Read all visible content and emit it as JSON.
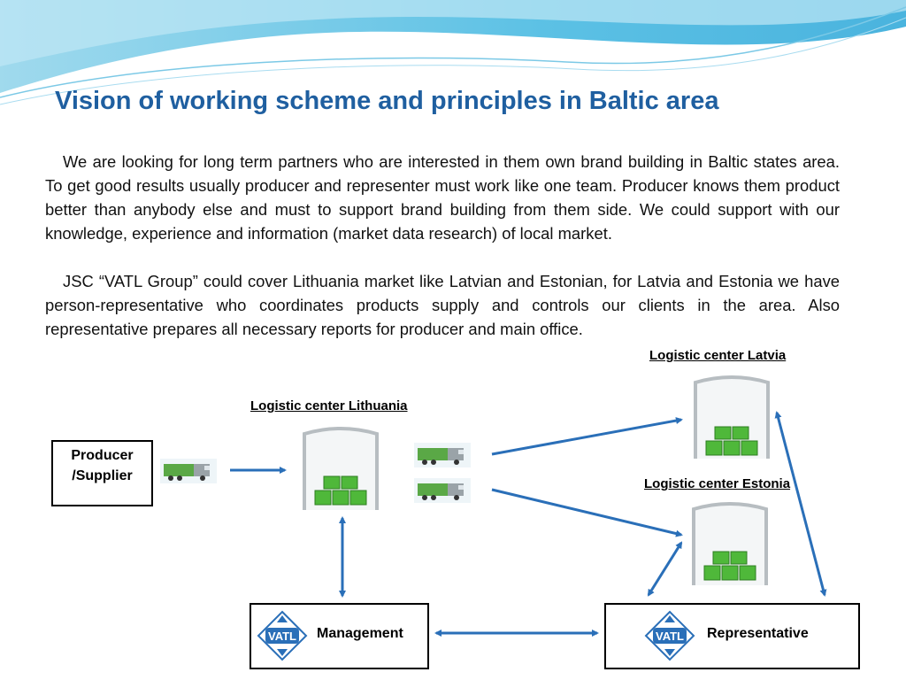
{
  "title": "Vision of working scheme and principles in Baltic area",
  "paragraphs": [
    "We are looking for long term partners who are interested in them own brand building in Baltic states area. To get good results usually producer and representer must work like one team. Producer knows them product better than anybody else and must to support brand building from them side. We could support with our knowledge, experience and information (market data research) of local market.",
    "JSC “VATL Group” could cover Lithuania market like Latvian and Estonian, for Latvia and Estonia we have person-representative who coordinates products supply and controls our clients in the area. Also representative prepares all necessary reports for producer and main office."
  ],
  "diagram": {
    "producer": {
      "line1": "Producer",
      "line2": "/Supplier"
    },
    "logistic_lithuania": "Logistic center Lithuania",
    "logistic_latvia": "Logistic center Latvia",
    "logistic_estonia": "Logistic center Estonia",
    "management": "Management",
    "representative": "Representative",
    "logo_text": "VATL"
  },
  "colors": {
    "title": "#1f5fa0",
    "arrow": "#2a6fb8",
    "crate": "#4fb83a"
  },
  "icons": [
    "truck-icon",
    "warehouse-icon",
    "vatl-logo-icon"
  ]
}
